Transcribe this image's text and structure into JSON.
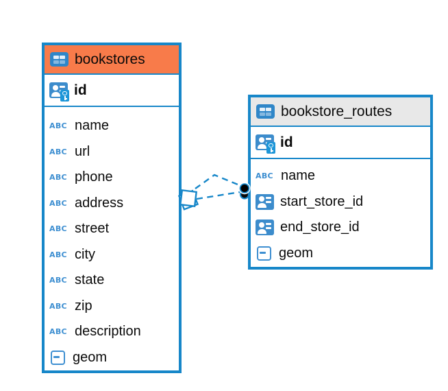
{
  "diagram": {
    "colors": {
      "table_border": "#1787C9",
      "bookstores_header_fill": "#F87B4A",
      "routes_header_fill": "#E8E8E8",
      "relationship_line": "#1787C9",
      "column_icon_blue": "#3C8CCC",
      "text": "#0A0A0A",
      "canvas_background": "#FFFFFF"
    },
    "icons": {
      "text_type_glyph": "ABC"
    },
    "tables": [
      {
        "name": "bookstores",
        "primary_key": {
          "label": "id",
          "type": "primary-key"
        },
        "columns": [
          {
            "label": "name",
            "type": "text"
          },
          {
            "label": "url",
            "type": "text"
          },
          {
            "label": "phone",
            "type": "text"
          },
          {
            "label": "address",
            "type": "text"
          },
          {
            "label": "street",
            "type": "text"
          },
          {
            "label": "city",
            "type": "text"
          },
          {
            "label": "state",
            "type": "text"
          },
          {
            "label": "zip",
            "type": "text"
          },
          {
            "label": "description",
            "type": "text"
          },
          {
            "label": "geom",
            "type": "geometry"
          }
        ]
      },
      {
        "name": "bookstore_routes",
        "primary_key": {
          "label": "id",
          "type": "primary-key"
        },
        "columns": [
          {
            "label": "name",
            "type": "text"
          },
          {
            "label": "start_store_id",
            "type": "reference"
          },
          {
            "label": "end_store_id",
            "type": "reference"
          },
          {
            "label": "geom",
            "type": "geometry"
          }
        ]
      }
    ],
    "relationship": {
      "from_table": "bookstore_routes",
      "to_table": "bookstores",
      "line_style": "dashed",
      "line_count": 2,
      "source_marker": "diamond",
      "target_marker": "filled-circles"
    }
  }
}
